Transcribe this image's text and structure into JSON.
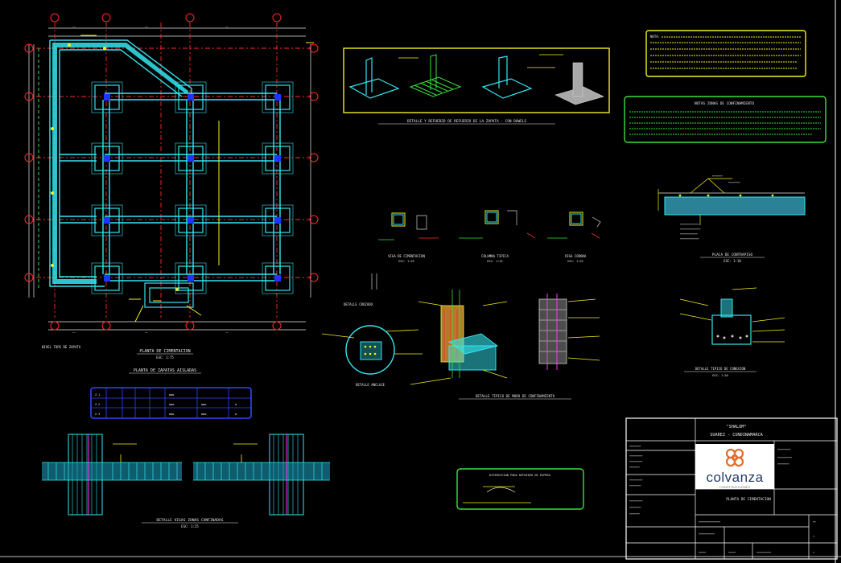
{
  "colors": {
    "background": "#000000",
    "grid_red": "#ff2a2a",
    "cyan": "#33e6f0",
    "yellow": "#f3ef21",
    "green": "#39e23c",
    "blue": "#3344ff",
    "magenta": "#ff33ff",
    "white": "#ffffff",
    "logo_orange": "#e36b2c",
    "logo_navy": "#1f3b63"
  },
  "drawing": {
    "plan_title": "PLANTA DE CIMENTACION",
    "plan_scale": "ESC: 1:75",
    "plan_subtitle": "PLANTA DE ZAPATAS AISLADAS",
    "plan_north_note": "NIVEL TOPE DE ZAPATA",
    "section_iso_label": "DETALLE Y REFUERZO DE REFUERZO DE LA ZAPATA - CON DOWELS",
    "detail_small_1": "VIGA DE CIMENTACION",
    "detail_small_1_scale": "ESC: 1:25",
    "detail_small_2": "COLUMNA TIPICA",
    "detail_small_2_scale": "ESC: 1:25",
    "detail_small_3": "VIGA CORONA",
    "detail_small_3_scale": "ESC: 1:25",
    "detail_cross_label": "DETALLE CRUZADO",
    "detail_anchor_label": "DETALLE ANCLAJE",
    "detail_wall_label": "DETALLE TIPICO DE MURO DE CONFINAMIENTO",
    "detail_joint_label": "DETALLE TIPICO DE CONEXION",
    "detail_joint_scale": "ESC: 1:20",
    "slab_label": "PLACA DE CONTRAPISO",
    "slab_scale": "ESC: 1:10",
    "bottom_detail_label": "DETALLE VIGAS ZONAS CONFINADAS",
    "bottom_detail_scale": "ESC: 1:25",
    "note_box_yellow_title": "NOTA:",
    "note_box_green_title": "NOTAS ZONAS DE CONFINAMIENTO",
    "small_box_label": "DISPOSICION PARA REFUERZO DE ESPERA",
    "title_block": {
      "project_line_1": "\"SHALOM\"",
      "project_line_2": "SUAREZ - CUNDINAMARCA",
      "logo_word": "colvanza",
      "logo_sub": "CONSTRUCCIONES",
      "sheet_title": "PLANTA DE CIMENTACION"
    }
  }
}
